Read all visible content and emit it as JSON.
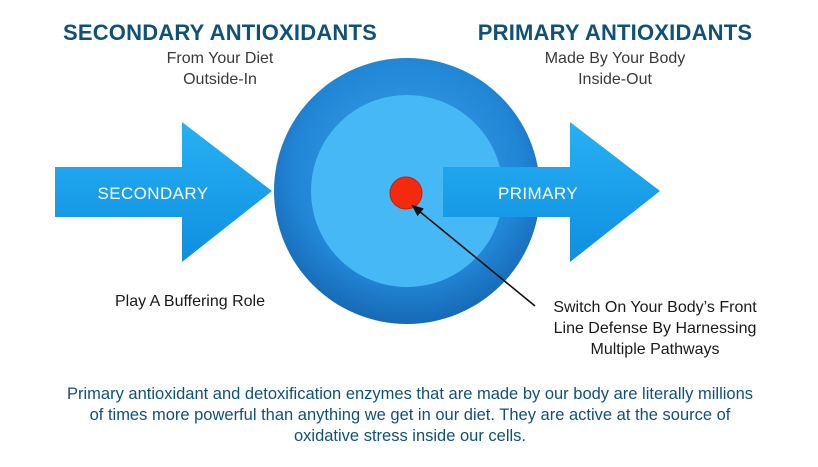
{
  "secondary": {
    "title": "SECONDARY ANTIOXIDANTS",
    "sub_line1": "From Your Diet",
    "sub_line2": "Outside-In",
    "arrow_label": "SECONDARY",
    "role_note": "Play A Buffering Role"
  },
  "primary": {
    "title": "PRIMARY ANTIOXIDANTS",
    "sub_line1": "Made By Your Body",
    "sub_line2": "Inside-Out",
    "arrow_label": "PRIMARY",
    "callout_line1": "Switch On Your Body’s Front",
    "callout_line2": "Line Defense By Harnessing",
    "callout_line3": "Multiple Pathways"
  },
  "footer": {
    "text": "Primary antioxidant and detoxification enzymes that are made by our body are literally millions of times more powerful than anything we get in our diet. They are active at the source of oxidative stress inside our cells."
  },
  "colors": {
    "arrow_fill": "#1aa2ec",
    "outer_circle": "#1f7fd0",
    "inner_circle": "#46b8f5",
    "core_dot": "#f42a0e",
    "heading": "#10517a"
  }
}
